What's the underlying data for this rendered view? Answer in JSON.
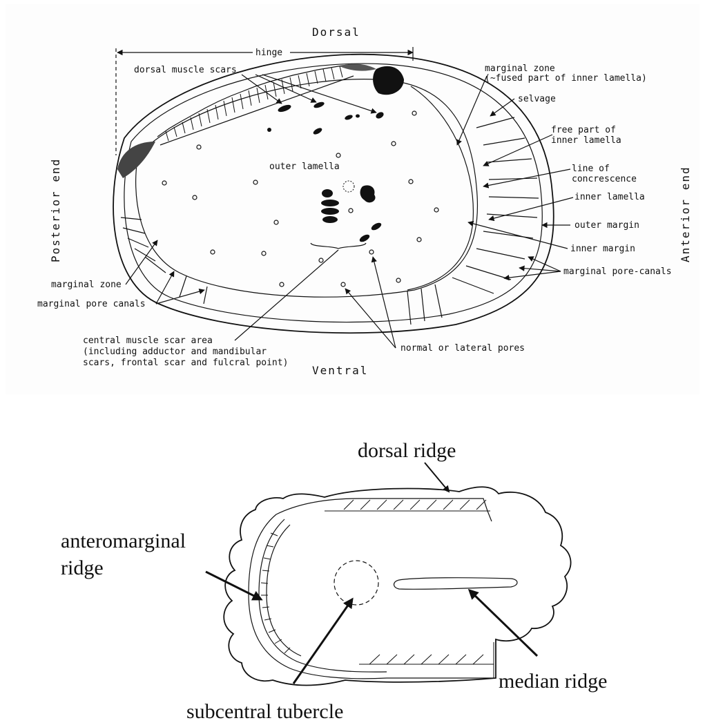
{
  "figure_a": {
    "orientation": {
      "dorsal": "Dorsal",
      "ventral": "Ventral",
      "posterior": "Posterior end",
      "anterior": "Anterior end"
    },
    "labels": {
      "hinge": "hinge",
      "dorsal_muscle_scars": "dorsal muscle scars",
      "marginal_zone_1": "marginal zone",
      "marginal_zone_1_note": "(~fused part of inner lamella)",
      "selvage": "selvage",
      "free_part_1": "free part of",
      "free_part_2": "inner lamella",
      "line_conc_1": "line of",
      "line_conc_2": "concrescence",
      "inner_lamella": "inner lamella",
      "outer_margin": "outer margin",
      "inner_margin": "inner margin",
      "marginal_pore_canals_right": "marginal pore-canals",
      "outer_lamella": "outer lamella",
      "marginal_zone_2": "marginal zone",
      "marginal_pore_canals_left": "marginal pore canals",
      "central_scar_1": "central muscle scar area",
      "central_scar_2": "(including adductor and mandibular",
      "central_scar_3": "scars, frontal scar and fulcral point)",
      "normal_pores": "normal or lateral pores"
    }
  },
  "figure_b": {
    "labels": {
      "dorsal_ridge": "dorsal ridge",
      "anteromarginal_1": "anteromarginal",
      "anteromarginal_2": "ridge",
      "median_ridge": "median ridge",
      "subcentral_tubercle": "subcentral tubercle"
    }
  }
}
